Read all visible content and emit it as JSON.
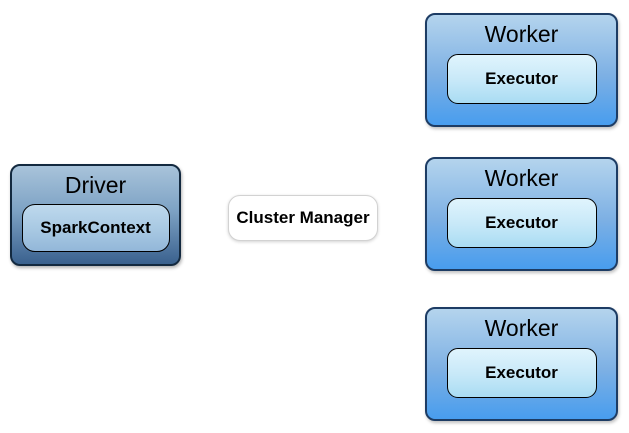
{
  "diagram": {
    "driver": {
      "label": "Driver",
      "inner_label": "SparkContext"
    },
    "cluster_manager": {
      "label": "Cluster Manager"
    },
    "workers": [
      {
        "label": "Worker",
        "inner_label": "Executor"
      },
      {
        "label": "Worker",
        "inner_label": "Executor"
      },
      {
        "label": "Worker",
        "inner_label": "Executor"
      }
    ],
    "colors": {
      "background": "#ffffff",
      "driver_gradient_top": "#a8c3da",
      "driver_gradient_bottom": "#3a618e",
      "driver_border": "#13293f",
      "worker_gradient_top": "#b4d4ed",
      "worker_gradient_bottom": "#489dee",
      "worker_border": "#1d3c64",
      "sparkcontext_gradient_top": "#bed9ed",
      "sparkcontext_gradient_bottom": "#93b7d9",
      "executor_gradient_top": "#e0f4fd",
      "executor_gradient_bottom": "#a9dcf3",
      "inner_box_border": "#000000",
      "cluster_manager_background": "#ffffff",
      "text": "#000000"
    }
  }
}
